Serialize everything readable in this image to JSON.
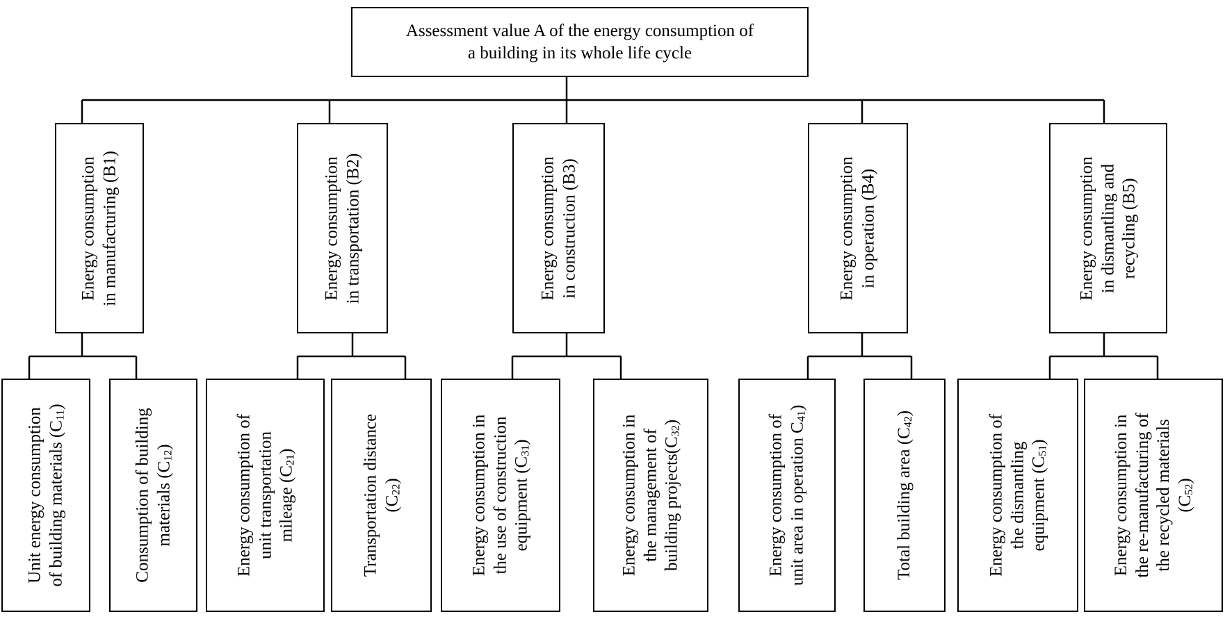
{
  "root": {
    "lines": [
      "Assessment value A of the energy consumption of",
      "a building in its whole life cycle"
    ]
  },
  "level_b": [
    {
      "lines": [
        "Energy consumption",
        "in manufacturing (B1)"
      ]
    },
    {
      "lines": [
        "Energy consumption",
        "in transportation (B2)"
      ]
    },
    {
      "lines": [
        "Energy consumption",
        "in construction (B3)"
      ]
    },
    {
      "lines": [
        "Energy consumption",
        "in operation (B4)"
      ]
    },
    {
      "lines": [
        "Energy consumption",
        "in dismantling and",
        "recycling (B5)"
      ]
    }
  ],
  "level_c": [
    {
      "lines": [
        [
          "Unit energy consumption"
        ],
        [
          "of building materials (C",
          "11",
          ")"
        ]
      ]
    },
    {
      "lines": [
        [
          "Consumption of building"
        ],
        [
          "materials (C",
          "12",
          ")"
        ]
      ]
    },
    {
      "lines": [
        [
          "Energy consumption of"
        ],
        [
          "unit transportation"
        ],
        [
          "mileage (C",
          "21",
          ")"
        ]
      ]
    },
    {
      "lines": [
        [
          "Transportation distance"
        ],
        [
          "(C",
          "22",
          ")"
        ]
      ]
    },
    {
      "lines": [
        [
          "Energy consumption in"
        ],
        [
          "the use of construction"
        ],
        [
          "equipment (C",
          "31",
          ")"
        ]
      ]
    },
    {
      "lines": [
        [
          "Energy consumption in"
        ],
        [
          "the management of"
        ],
        [
          "building projects(C",
          "32",
          ")"
        ]
      ]
    },
    {
      "lines": [
        [
          "Energy consumption of"
        ],
        [
          "unit area in operation C",
          "41",
          ")"
        ]
      ]
    },
    {
      "lines": [
        [
          "Total building area (C",
          "42",
          ")"
        ]
      ]
    },
    {
      "lines": [
        [
          "Energy consumption of"
        ],
        [
          "the dismantling"
        ],
        [
          "equipment (C",
          "51",
          ")"
        ]
      ]
    },
    {
      "lines": [
        [
          "Energy consumption in"
        ],
        [
          "the re-manufacturing of"
        ],
        [
          "the recycled materials"
        ],
        [
          "(C",
          "52",
          ")"
        ]
      ]
    }
  ]
}
